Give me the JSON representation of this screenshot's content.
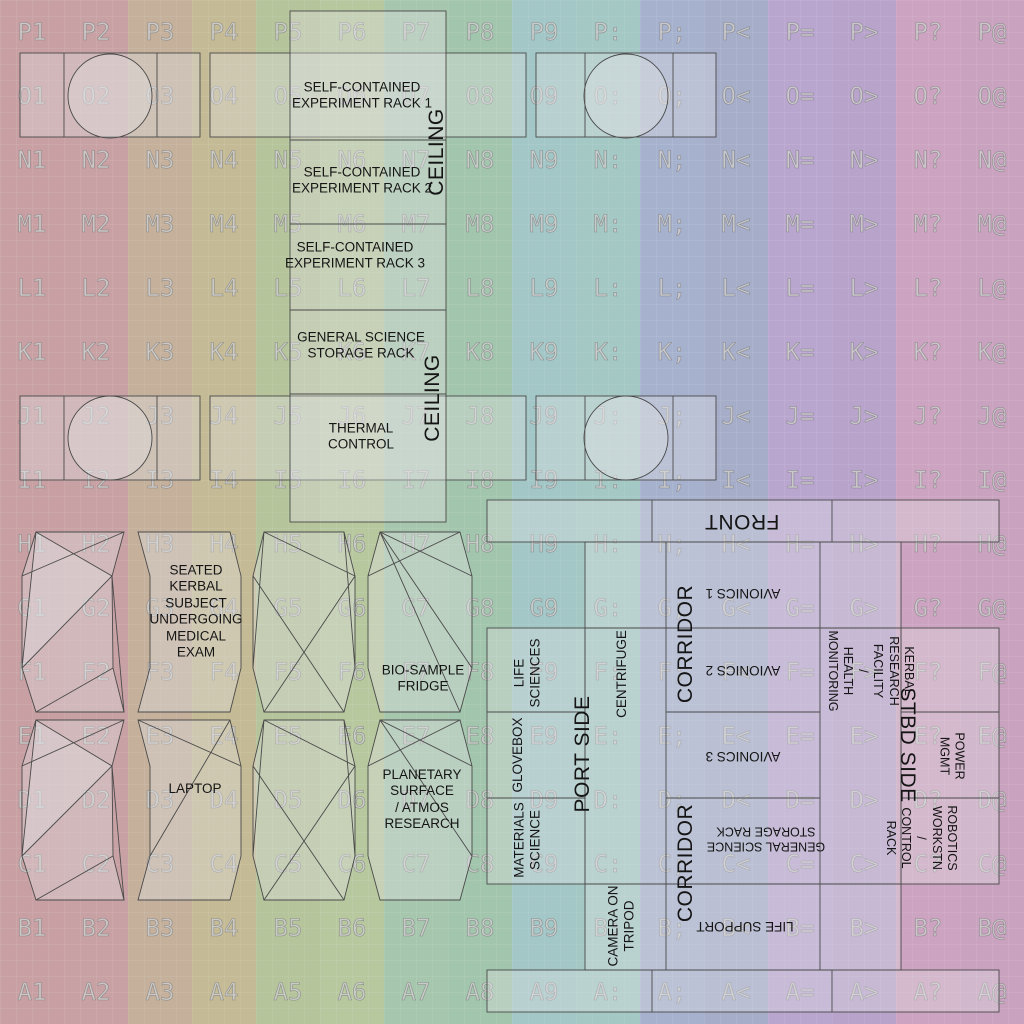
{
  "texture": {
    "band_colors": [
      "#c8a0a3",
      "#c8a1a4",
      "#c4b09b",
      "#c4ba95",
      "#b5c49b",
      "#b7c89f",
      "#a6c7ad",
      "#a2c5ad",
      "#a3c6c7",
      "#a4c8c4",
      "#a6b1cd",
      "#a5adc9",
      "#b9a6cf",
      "#b8a3cb",
      "#cca4c1",
      "#c9a2c0"
    ],
    "grid_labels": [
      [
        "P1",
        "P2",
        "P3",
        "P4",
        "P5",
        "P6",
        "P7",
        "P8",
        "P9",
        "P:",
        "P;",
        "P<",
        "P=",
        "P>",
        "P?",
        "P@"
      ],
      [
        "O1",
        "O2",
        "O3",
        "O4",
        "O5",
        "O6",
        "O7",
        "O8",
        "O9",
        "O:",
        "O;",
        "O<",
        "O=",
        "O>",
        "O?",
        "O@"
      ],
      [
        "N1",
        "N2",
        "N3",
        "N4",
        "N5",
        "N6",
        "N7",
        "N8",
        "N9",
        "N:",
        "N;",
        "N<",
        "N=",
        "N>",
        "N?",
        "N@"
      ],
      [
        "M1",
        "M2",
        "M3",
        "M4",
        "M5",
        "M6",
        "M7",
        "M8",
        "M9",
        "M:",
        "M;",
        "M<",
        "M=",
        "M>",
        "M?",
        "M@"
      ],
      [
        "L1",
        "L2",
        "L3",
        "L4",
        "L5",
        "L6",
        "L7",
        "L8",
        "L9",
        "L:",
        "L;",
        "L<",
        "L=",
        "L>",
        "L?",
        "L@"
      ],
      [
        "K1",
        "K2",
        "K3",
        "K4",
        "K5",
        "K6",
        "K7",
        "K8",
        "K9",
        "K:",
        "K;",
        "K<",
        "K=",
        "K>",
        "K?",
        "K@"
      ],
      [
        "J1",
        "J2",
        "J3",
        "J4",
        "J5",
        "J6",
        "J7",
        "J8",
        "J9",
        "J:",
        "J;",
        "J<",
        "J=",
        "J>",
        "J?",
        "J@"
      ],
      [
        "I1",
        "I2",
        "I3",
        "I4",
        "I5",
        "I6",
        "I7",
        "I8",
        "I9",
        "I:",
        "I;",
        "I<",
        "I=",
        "I>",
        "I?",
        "I@"
      ],
      [
        "H1",
        "H2",
        "H3",
        "H4",
        "H5",
        "H6",
        "H7",
        "H8",
        "H9",
        "H:",
        "H;",
        "H<",
        "H=",
        "H>",
        "H?",
        "H@"
      ],
      [
        "G1",
        "G2",
        "G3",
        "G4",
        "G5",
        "G6",
        "G7",
        "G8",
        "G9",
        "G:",
        "G;",
        "G<",
        "G=",
        "G>",
        "G?",
        "G@"
      ],
      [
        "F1",
        "F2",
        "F3",
        "F4",
        "F5",
        "F6",
        "F7",
        "F8",
        "F9",
        "F:",
        "F;",
        "F<",
        "F=",
        "F>",
        "F?",
        "F@"
      ],
      [
        "E1",
        "E2",
        "E3",
        "E4",
        "E5",
        "E6",
        "E7",
        "E8",
        "E9",
        "E:",
        "E;",
        "E<",
        "E=",
        "E>",
        "E?",
        "E@"
      ],
      [
        "D1",
        "D2",
        "D3",
        "D4",
        "D5",
        "D6",
        "D7",
        "D8",
        "D9",
        "D:",
        "D;",
        "D<",
        "D=",
        "D>",
        "D?",
        "D@"
      ],
      [
        "C1",
        "C2",
        "C3",
        "C4",
        "C5",
        "C6",
        "C7",
        "C8",
        "C9",
        "C:",
        "C;",
        "C<",
        "C=",
        "C>",
        "C?",
        "C@"
      ],
      [
        "B1",
        "B2",
        "B3",
        "B4",
        "B5",
        "B6",
        "B7",
        "B8",
        "B9",
        "B:",
        "B;",
        "B<",
        "B=",
        "B>",
        "B?",
        "B@"
      ],
      [
        "A1",
        "A2",
        "A3",
        "A4",
        "A5",
        "A6",
        "A7",
        "A8",
        "A9",
        "A:",
        "A;",
        "A<",
        "A=",
        "A>",
        "A?",
        "A@"
      ]
    ]
  },
  "labels": {
    "rack1": "SELF-CONTAINED\nEXPERIMENT RACK 1",
    "rack2": "SELF-CONTAINED\nEXPERIMENT RACK 2",
    "rack3": "SELF-CONTAINED\nEXPERIMENT RACK 3",
    "gen_storage_top": "GENERAL SCIENCE\nSTORAGE RACK",
    "thermal": "THERMAL\nCONTROL",
    "ceiling_1": "CEILING",
    "ceiling_2": "CEILING",
    "seated_kerbal": "SEATED\nKERBAL\nSUBJECT\nUNDERGOING\nMEDICAL\nEXAM",
    "bio_fridge": "BIO-SAMPLE\nFRIDGE",
    "laptop": "LAPTOP",
    "planetary": "PLANETARY\nSURFACE\n/ ATMOS\nRESEARCH",
    "front": "FRONT",
    "avionics_1": "AVIONICS 1",
    "avionics_2": "AVIONICS 2",
    "avionics_3": "AVIONICS 3",
    "gen_storage_floor": "GENERAL SCIENCE\nSTORAGE RACK",
    "life_support": "LIFE SUPPORT",
    "corridor_1": "CORRIDOR",
    "corridor_2": "CORRIDOR",
    "port_side": "PORT SIDE",
    "stbd_side": "STBD SIDE",
    "life_sciences": "LIFE\nSCIENCES",
    "centrifuge": "CENTRIFUGE",
    "glovebox": "GLOVEBOX",
    "materials": "MATERIALS\nSCIENCE",
    "camera": "CAMERA ON\nTRIPOD",
    "kerbal_research": "KERBAL\nRESEARCH\nFACILITY\n/\nHEALTH\nMONITORING",
    "power": "POWER\nMGMT",
    "robotics": "ROBOTICS\nWORKSTN\n/\nCONTROL\nRACK"
  }
}
